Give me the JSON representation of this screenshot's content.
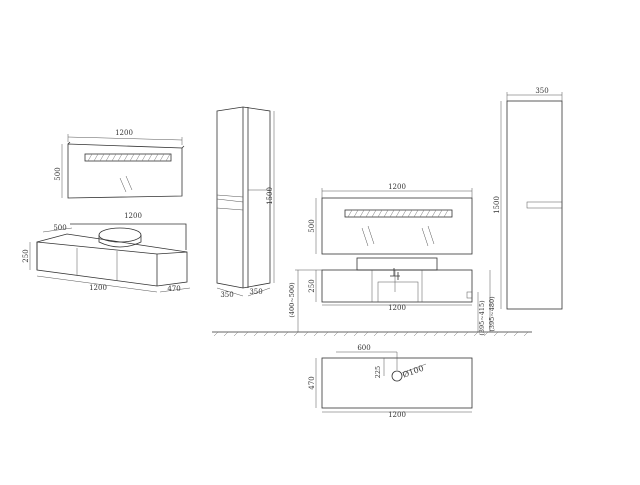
{
  "colors": {
    "line": "#333333",
    "hatch": "#777777",
    "background": "#ffffff"
  },
  "views": {
    "perspective_mirror": {
      "width": "1200",
      "height": "500"
    },
    "perspective_cabinet": {
      "top_depth": "500",
      "width_top": "1200",
      "height": "250",
      "width_front": "1200",
      "depth": "470"
    },
    "perspective_tall_unit": {
      "height": "1500",
      "depth": "350",
      "width": "350"
    },
    "front_elevation": {
      "mirror_width": "1200",
      "mirror_height": "500",
      "cabinet_height": "250",
      "cabinet_width": "1200",
      "mount_range_left": "(400~500)",
      "mount_range_right_upper": "(395~415)",
      "mount_range_right_lower": "(395~480)"
    },
    "side_tall_unit": {
      "width": "350",
      "height": "1500"
    },
    "plan_view": {
      "offset": "600",
      "small_dim": "225",
      "hole_diameter": "Ø100",
      "depth": "470",
      "width": "1200"
    }
  }
}
